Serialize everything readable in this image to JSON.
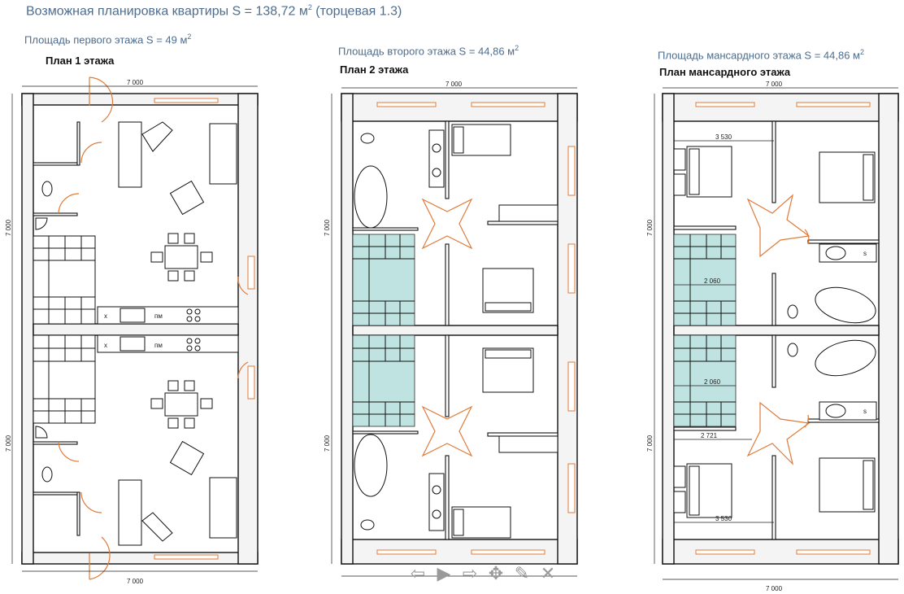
{
  "header": {
    "title": "Возможная планировка квартиры S = 138,72 м",
    "title_sup": "2",
    "title_suffix": " (торцевая 1.3)"
  },
  "plans": [
    {
      "area_title": "Площадь первого этажа S = 49 м",
      "area_sup": "2",
      "label": "План 1 этажа",
      "width_dim": "7 000",
      "bottom_dim": "7 000",
      "height_dims": [
        "7 000",
        "7 000"
      ],
      "kitchen_labels": [
        "х",
        "пм",
        "х",
        "пм"
      ]
    },
    {
      "area_title": "Площадь второго этажа S = 44,86 м",
      "area_sup": "2",
      "label": "План 2 этажа",
      "width_dim": "7 000",
      "height_dims": [
        "7 000",
        "7 000"
      ]
    },
    {
      "area_title": "Площадь мансардного этажа S = 44,86 м",
      "area_sup": "2",
      "label": "План мансардного этажа",
      "width_dim": "7 000",
      "bottom_dim": "7 000",
      "height_dims": [
        "7 000",
        "7 000"
      ],
      "inner_dims": [
        "3 530",
        "2 060",
        "2 060",
        "2 721",
        "3 530"
      ],
      "basin_labels": [
        "s",
        "s"
      ]
    }
  ],
  "toolbar": {
    "icons": [
      "arrow-left-icon",
      "play-icon",
      "arrow-right-icon",
      "move-icon",
      "edit-icon",
      "close-icon"
    ],
    "glyphs": [
      "⇦",
      "▶",
      "⇨",
      "✥",
      "✎",
      "✕"
    ]
  },
  "colors": {
    "wall": "#111111",
    "door_window": "#e07b39",
    "stair": "#bfe3e0",
    "title": "#4d6d8e"
  }
}
